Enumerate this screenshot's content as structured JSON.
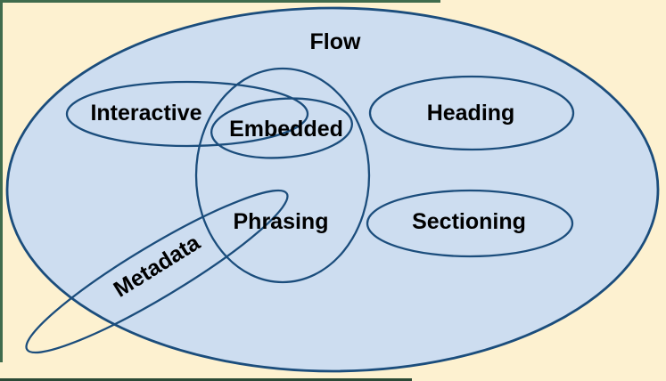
{
  "diagram": {
    "sets": [
      {
        "name": "flow",
        "label": "Flow"
      },
      {
        "name": "interactive",
        "label": "Interactive"
      },
      {
        "name": "embedded",
        "label": "Embedded"
      },
      {
        "name": "heading",
        "label": "Heading"
      },
      {
        "name": "phrasing",
        "label": "Phrasing"
      },
      {
        "name": "sectioning",
        "label": "Sectioning"
      },
      {
        "name": "metadata",
        "label": "Metadata"
      }
    ],
    "colors": {
      "bg": "#fdf1d0",
      "fill": "#cdddf0",
      "stroke": "#1b4d7c",
      "frame": "#3f6b4d",
      "frame_dark": "#2c4a36",
      "text": "#000000"
    }
  }
}
